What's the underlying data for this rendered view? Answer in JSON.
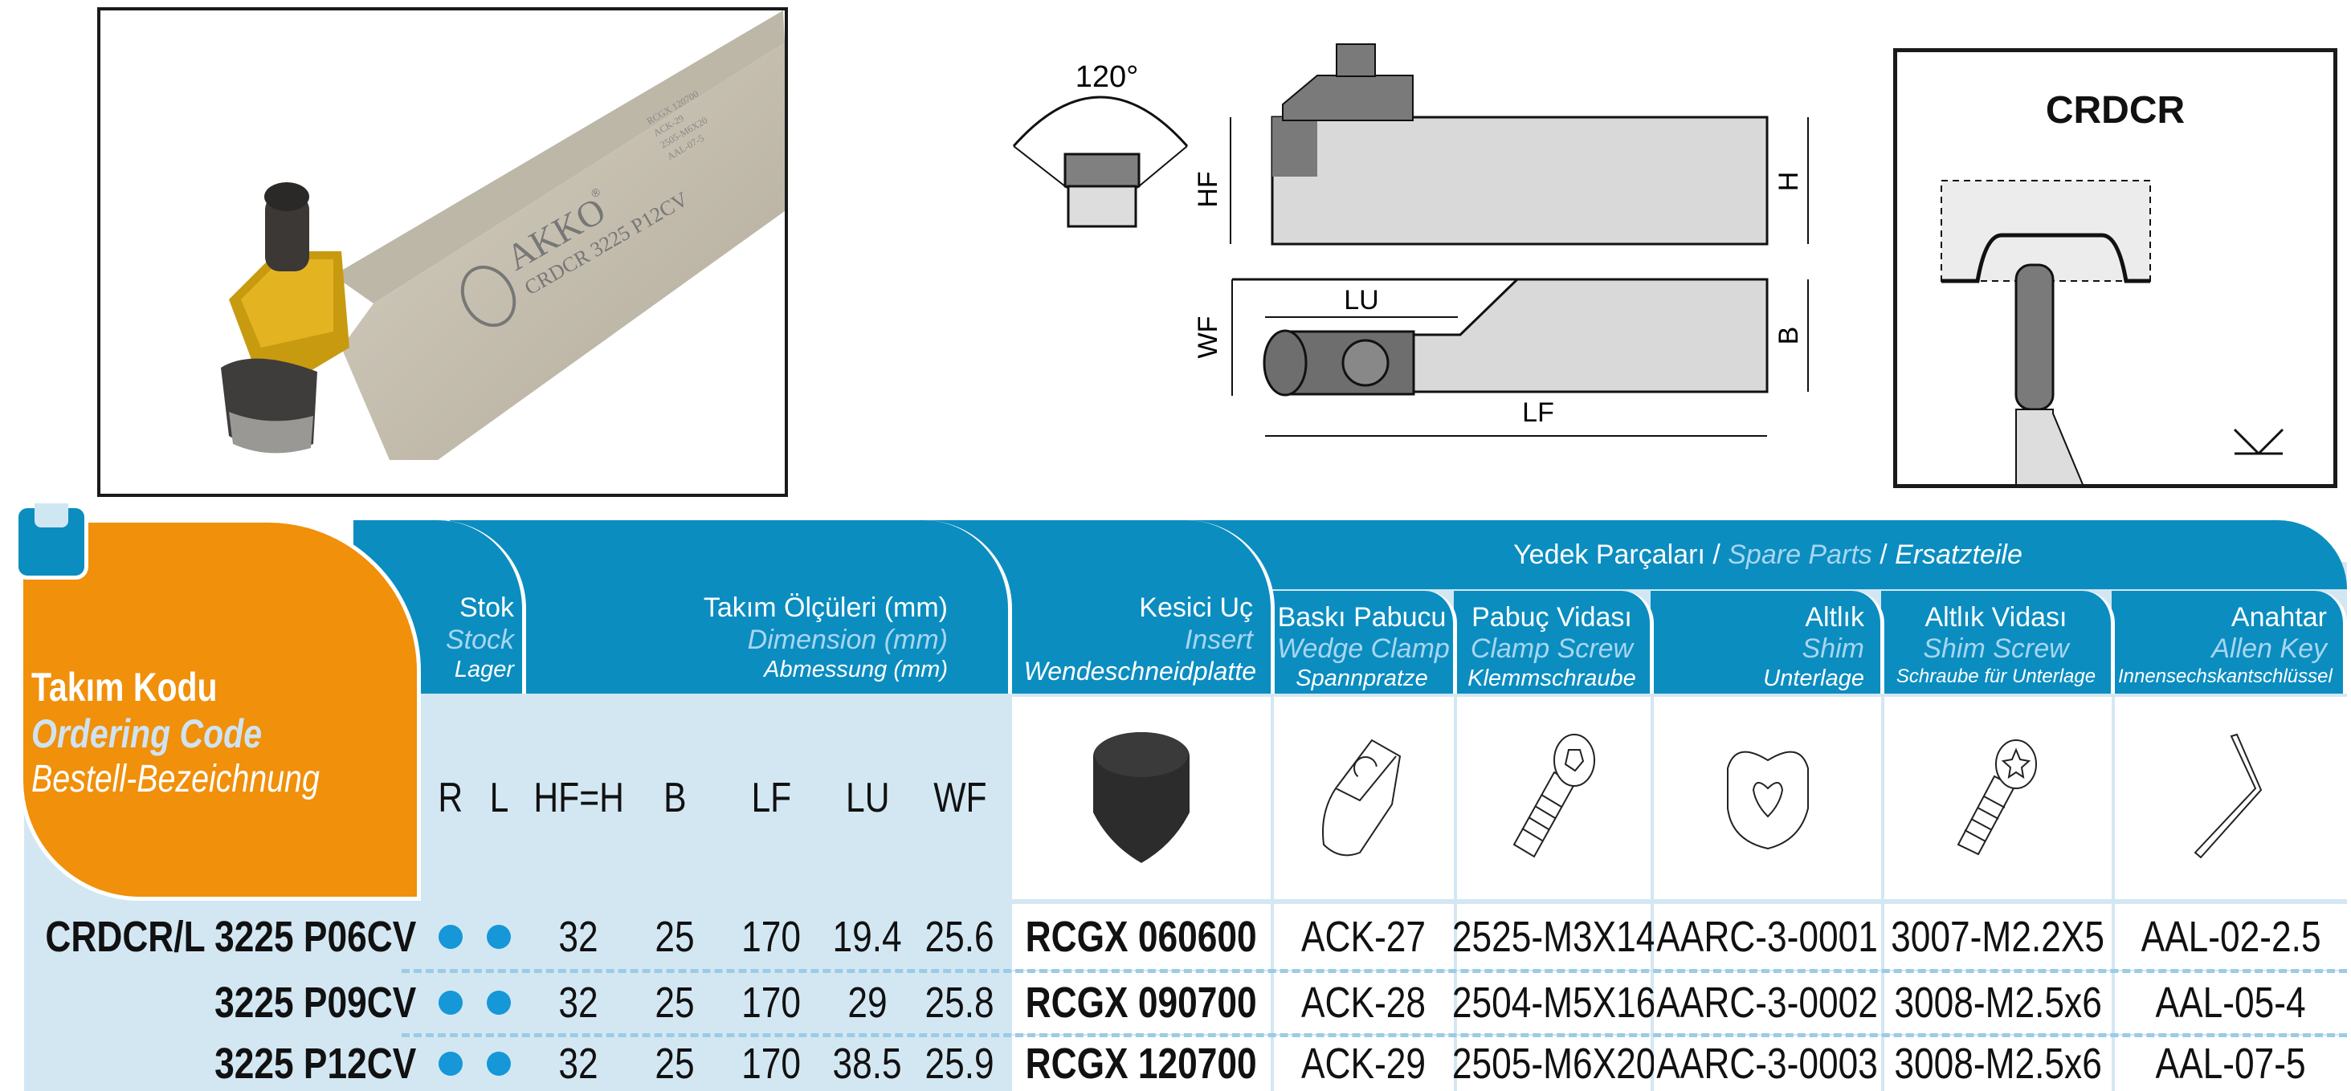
{
  "photo": {
    "brand": "AKKO",
    "registered": "®",
    "marking": "CRDCR 3225 P12CV",
    "parts_list": [
      "RCGX 120700",
      "ACK-29",
      "2505-M6X20",
      "AAL-07-5"
    ]
  },
  "drawing": {
    "angle": "120°",
    "hf": "HF",
    "h": "H",
    "lu": "LU",
    "wf": "WF",
    "b": "B",
    "lf": "LF"
  },
  "type_box": {
    "title": "CRDCR"
  },
  "table": {
    "ordering": {
      "tr": "Takım Kodu",
      "en": "Ordering Code",
      "de": "Bestell-Bezeichnung"
    },
    "stock": {
      "tr": "Stok",
      "en": "Stock",
      "de": "Lager"
    },
    "dimension": {
      "tr": "Takım Ölçüleri (mm)",
      "en": "Dimension (mm)",
      "de": "Abmessung (mm)"
    },
    "insert": {
      "tr": "Kesici Uç",
      "en": "Insert",
      "de": "Wendeschneidplatte"
    },
    "spare": {
      "tr": "Yedek Parçaları",
      "sep": "/",
      "en": "Spare Parts",
      "de": "Ersatzteile"
    },
    "wedge": {
      "tr": "Baskı Pabucu",
      "en": "Wedge Clamp",
      "de": "Spannpratze"
    },
    "clamp_screw": {
      "tr": "Pabuç Vidası",
      "en": "Clamp Screw",
      "de": "Klemmschraube"
    },
    "shim": {
      "tr": "Altlık",
      "en": "Shim",
      "de": "Unterlage"
    },
    "shim_screw": {
      "tr": "Altlık Vidası",
      "en": "Shim Screw",
      "de": "Schraube für Unterlage"
    },
    "allen": {
      "tr": "Anahtar",
      "en": "Allen Key",
      "de": "Innensechskantschlüssel"
    },
    "columns": {
      "r": "R",
      "l": "L",
      "hf_h": "HF=H",
      "b": "B",
      "lf": "LF",
      "lu": "LU",
      "wf": "WF"
    },
    "rows": [
      {
        "code": "CRDCR/L 3225 P06CV",
        "stock_r": true,
        "stock_l": true,
        "hf_h": "32",
        "b": "25",
        "lf": "170",
        "lu": "19.4",
        "wf": "25.6",
        "insert": "RCGX 060600",
        "wedge": "ACK-27",
        "clamp_screw": "2525-M3X14",
        "shim": "AARC-3-0001",
        "shim_screw": "3007-M2.2X5",
        "allen": "AAL-02-2.5"
      },
      {
        "code": "3225 P09CV",
        "stock_r": true,
        "stock_l": true,
        "hf_h": "32",
        "b": "25",
        "lf": "170",
        "lu": "29",
        "wf": "25.8",
        "insert": "RCGX 090700",
        "wedge": "ACK-28",
        "clamp_screw": "2504-M5X16",
        "shim": "AARC-3-0002",
        "shim_screw": "3008-M2.5x6",
        "allen": "AAL-05-4"
      },
      {
        "code": "3225 P12CV",
        "stock_r": true,
        "stock_l": true,
        "hf_h": "32",
        "b": "25",
        "lf": "170",
        "lu": "38.5",
        "wf": "25.9",
        "insert": "RCGX 120700",
        "wedge": "ACK-29",
        "clamp_screw": "2505-M6X20",
        "shim": "AARC-3-0003",
        "shim_screw": "3008-M2.5x6",
        "allen": "AAL-07-5"
      }
    ]
  },
  "colors": {
    "blue": "#0b8dc0",
    "orange": "#f0900b",
    "light_blue": "#d3e7f3",
    "dot": "#1597d8"
  }
}
